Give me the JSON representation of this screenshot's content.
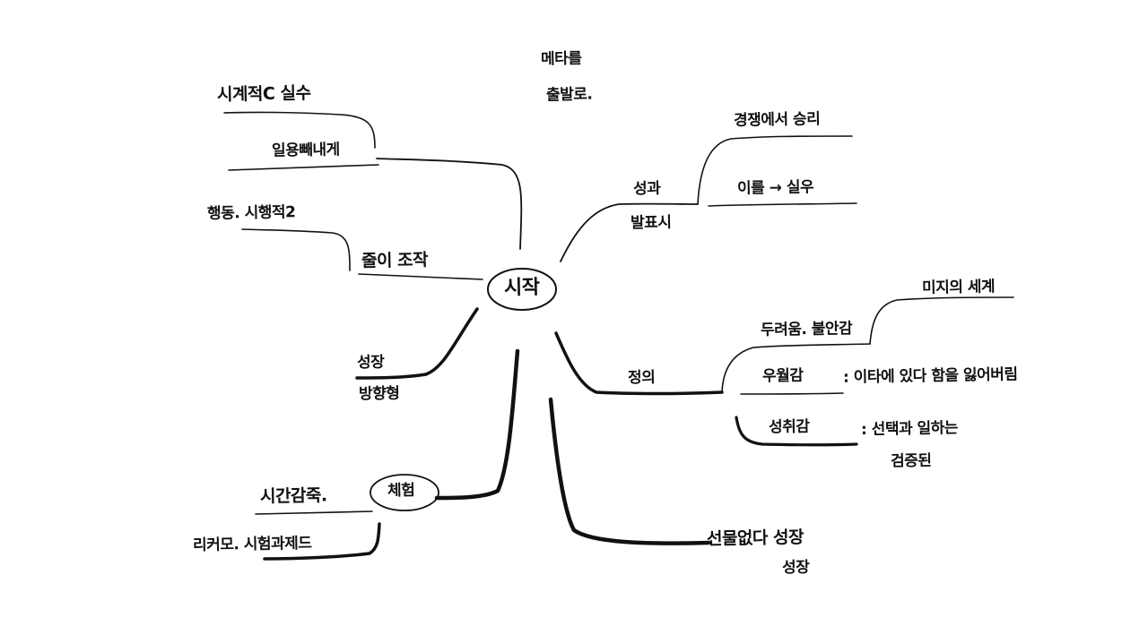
{
  "center": {
    "label": "시작"
  },
  "top_note": {
    "line1": "메타를",
    "line2": "출발로."
  },
  "nodes": {
    "left_1a": "시계적C 실수",
    "left_1b": "일용빼내게",
    "left_2a": "행동. 시행적2",
    "left_2b": "줄이 조작",
    "left_3a": "성장",
    "left_3b": "방향형",
    "bottom_left_circle": "체험",
    "bottom_left_a": "시간감죽.",
    "bottom_left_b": "리커모. 시험과제드",
    "right_top_a": "성과",
    "right_top_b": "발표시",
    "right_top_child1": "경쟁에서 승리",
    "right_top_child2": "이를 → 실우",
    "right_mid": "정의",
    "right_mid_child1": "두려움. 불안감",
    "right_mid_child1_sub": "미지의 세계",
    "right_mid_child2": "우월감",
    "right_mid_child2_note": ": 이타에 있다 함을 잃어버림",
    "right_mid_child3": "성취감",
    "right_mid_child3_note": ": 선택과 일하는",
    "right_mid_child3_note2": "검증된",
    "bottom_right_a": "선물없다 성장",
    "bottom_right_b": "성장"
  },
  "colors": {
    "ink": "#111111",
    "background": "#ffffff"
  }
}
